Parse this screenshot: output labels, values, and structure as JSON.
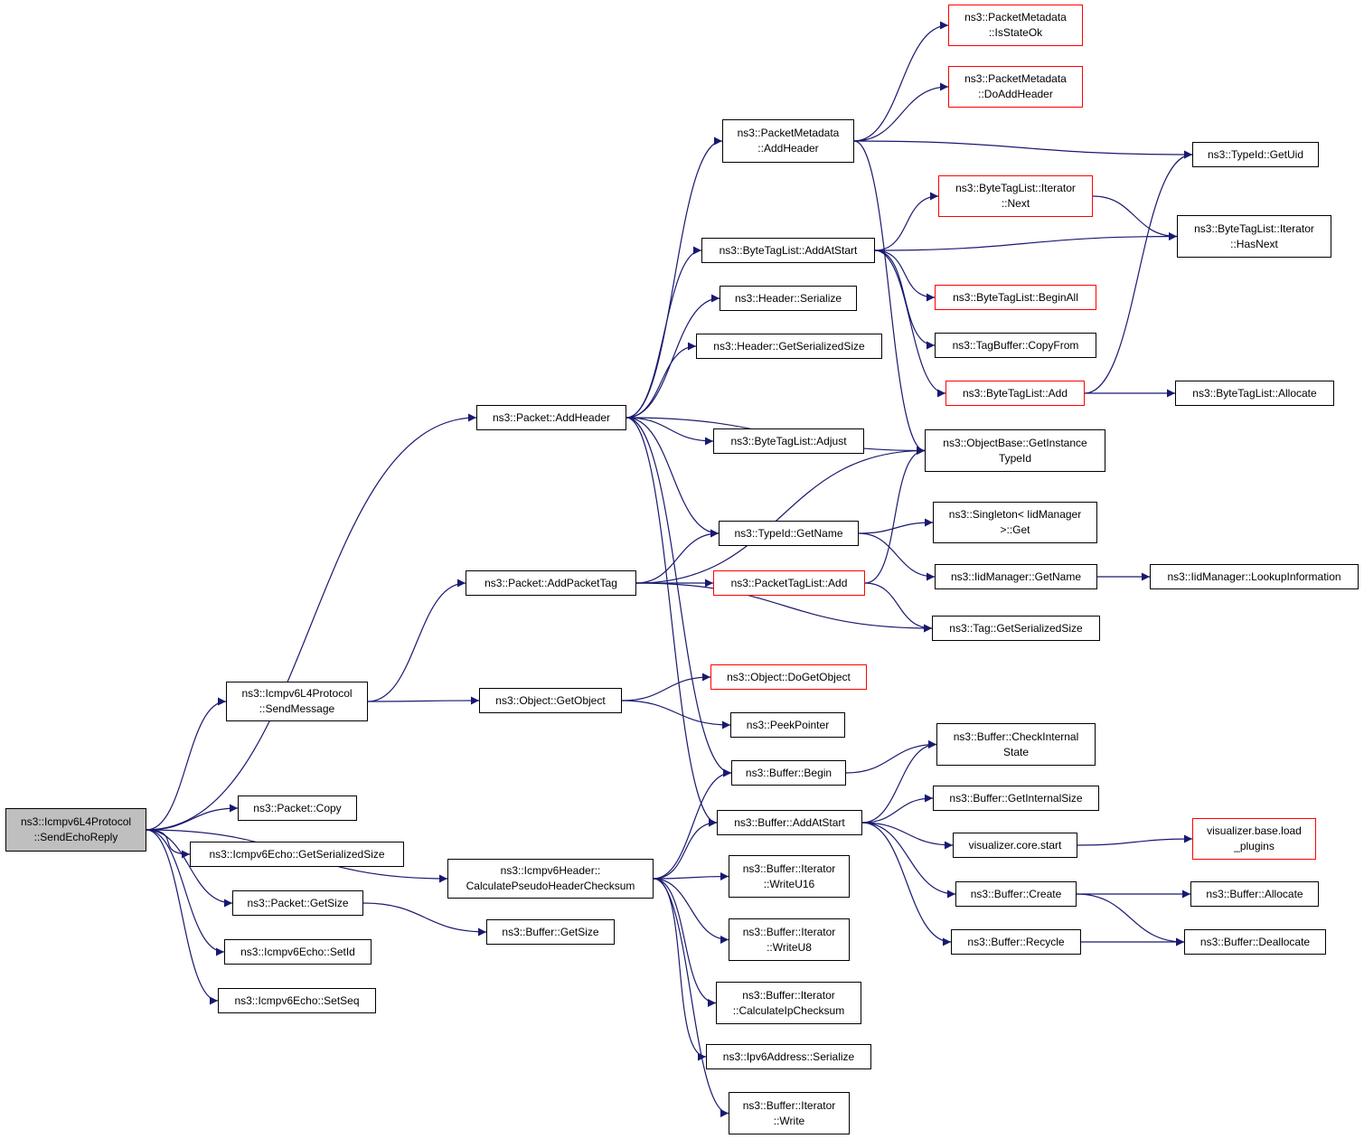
{
  "diagram": {
    "colors": {
      "edge": "#191970",
      "node_border": "#000000",
      "truncated_border": "#ff0000",
      "root_fill": "#bfbfbf"
    },
    "nodes": [
      {
        "id": "root",
        "label": "ns3::Icmpv6L4Protocol\n::SendEchoReply",
        "style": "root"
      },
      {
        "id": "sendmsg",
        "label": "ns3::Icmpv6L4Protocol\n::SendMessage"
      },
      {
        "id": "pcopy",
        "label": "ns3::Packet::Copy"
      },
      {
        "id": "echosersz",
        "label": "ns3::Icmpv6Echo::GetSerializedSize"
      },
      {
        "id": "pgetsize",
        "label": "ns3::Packet::GetSize"
      },
      {
        "id": "setid",
        "label": "ns3::Icmpv6Echo::SetId"
      },
      {
        "id": "setseq",
        "label": "ns3::Icmpv6Echo::SetSeq"
      },
      {
        "id": "paddhdr",
        "label": "ns3::Packet::AddHeader"
      },
      {
        "id": "paddtag",
        "label": "ns3::Packet::AddPacketTag"
      },
      {
        "id": "calcpseudo",
        "label": "ns3::Icmpv6Header::\nCalculatePseudoHeaderChecksum"
      },
      {
        "id": "objget",
        "label": "ns3::Object::GetObject"
      },
      {
        "id": "bgetsize",
        "label": "ns3::Buffer::GetSize"
      },
      {
        "id": "pmaddhdr",
        "label": "ns3::PacketMetadata\n::AddHeader"
      },
      {
        "id": "btladdatstart",
        "label": "ns3::ByteTagList::AddAtStart"
      },
      {
        "id": "hdrser",
        "label": "ns3::Header::Serialize"
      },
      {
        "id": "hdrgetsz",
        "label": "ns3::Header::GetSerializedSize"
      },
      {
        "id": "btladjust",
        "label": "ns3::ByteTagList::Adjust"
      },
      {
        "id": "tidgetname",
        "label": "ns3::TypeId::GetName"
      },
      {
        "id": "ptladd",
        "label": "ns3::PacketTagList::Add",
        "style": "red"
      },
      {
        "id": "objdoget",
        "label": "ns3::Object::DoGetObject",
        "style": "red"
      },
      {
        "id": "peekptr",
        "label": "ns3::PeekPointer"
      },
      {
        "id": "bbegin",
        "label": "ns3::Buffer::Begin"
      },
      {
        "id": "baddatstart",
        "label": "ns3::Buffer::AddAtStart"
      },
      {
        "id": "wu16",
        "label": "ns3::Buffer::Iterator\n::WriteU16"
      },
      {
        "id": "wu8",
        "label": "ns3::Buffer::Iterator\n::WriteU8"
      },
      {
        "id": "calcip",
        "label": "ns3::Buffer::Iterator\n::CalculateIpChecksum"
      },
      {
        "id": "ipv6ser",
        "label": "ns3::Ipv6Address::Serialize"
      },
      {
        "id": "bwrite",
        "label": "ns3::Buffer::Iterator\n::Write"
      },
      {
        "id": "pmisok",
        "label": "ns3::PacketMetadata\n::IsStateOk",
        "style": "red"
      },
      {
        "id": "pmdoadd",
        "label": "ns3::PacketMetadata\n::DoAddHeader",
        "style": "red"
      },
      {
        "id": "btlitnext",
        "label": "ns3::ByteTagList::Iterator\n::Next",
        "style": "red"
      },
      {
        "id": "btlbeginall",
        "label": "ns3::ByteTagList::BeginAll",
        "style": "red"
      },
      {
        "id": "tbcopyfrom",
        "label": "ns3::TagBuffer::CopyFrom"
      },
      {
        "id": "btladd",
        "label": "ns3::ByteTagList::Add",
        "style": "red"
      },
      {
        "id": "obgetinst",
        "label": "ns3::ObjectBase::GetInstance\nTypeId"
      },
      {
        "id": "singleton",
        "label": "ns3::Singleton< IidManager\n>::Get"
      },
      {
        "id": "iidgetname",
        "label": "ns3::IidManager::GetName"
      },
      {
        "id": "taggetsz",
        "label": "ns3::Tag::GetSerializedSize"
      },
      {
        "id": "bcheckint",
        "label": "ns3::Buffer::CheckInternal\nState"
      },
      {
        "id": "bgetintsz",
        "label": "ns3::Buffer::GetInternalSize"
      },
      {
        "id": "viscore",
        "label": "visualizer.core.start"
      },
      {
        "id": "bcreate",
        "label": "ns3::Buffer::Create"
      },
      {
        "id": "brecycle",
        "label": "ns3::Buffer::Recycle"
      },
      {
        "id": "tidgetuid",
        "label": "ns3::TypeId::GetUid"
      },
      {
        "id": "btlithasnext",
        "label": "ns3::ByteTagList::Iterator\n::HasNext"
      },
      {
        "id": "btlalloc",
        "label": "ns3::ByteTagList::Allocate"
      },
      {
        "id": "iidlookup",
        "label": "ns3::IidManager::LookupInformation"
      },
      {
        "id": "visload",
        "label": "visualizer.base.load\n_plugins",
        "style": "red"
      },
      {
        "id": "balloc",
        "label": "ns3::Buffer::Allocate"
      },
      {
        "id": "bdealloc",
        "label": "ns3::Buffer::Deallocate"
      }
    ],
    "edges": [
      [
        "root",
        "paddhdr"
      ],
      [
        "root",
        "sendmsg"
      ],
      [
        "root",
        "calcpseudo"
      ],
      [
        "root",
        "pcopy"
      ],
      [
        "root",
        "echosersz"
      ],
      [
        "root",
        "pgetsize"
      ],
      [
        "root",
        "setid"
      ],
      [
        "root",
        "setseq"
      ],
      [
        "sendmsg",
        "paddtag"
      ],
      [
        "sendmsg",
        "objget"
      ],
      [
        "pgetsize",
        "bgetsize"
      ],
      [
        "paddhdr",
        "pmaddhdr"
      ],
      [
        "paddhdr",
        "btladdatstart"
      ],
      [
        "paddhdr",
        "hdrser"
      ],
      [
        "paddhdr",
        "hdrgetsz"
      ],
      [
        "paddhdr",
        "obgetinst"
      ],
      [
        "paddhdr",
        "btladjust"
      ],
      [
        "paddhdr",
        "tidgetname"
      ],
      [
        "paddhdr",
        "bbegin"
      ],
      [
        "paddhdr",
        "baddatstart"
      ],
      [
        "paddtag",
        "obgetinst"
      ],
      [
        "paddtag",
        "tidgetname"
      ],
      [
        "paddtag",
        "ptladd"
      ],
      [
        "paddtag",
        "taggetsz"
      ],
      [
        "calcpseudo",
        "bbegin"
      ],
      [
        "calcpseudo",
        "baddatstart"
      ],
      [
        "calcpseudo",
        "wu16"
      ],
      [
        "calcpseudo",
        "wu8"
      ],
      [
        "calcpseudo",
        "calcip"
      ],
      [
        "calcpseudo",
        "ipv6ser"
      ],
      [
        "calcpseudo",
        "bwrite"
      ],
      [
        "objget",
        "objdoget"
      ],
      [
        "objget",
        "peekptr"
      ],
      [
        "pmaddhdr",
        "pmisok"
      ],
      [
        "pmaddhdr",
        "pmdoadd"
      ],
      [
        "pmaddhdr",
        "tidgetuid"
      ],
      [
        "pmaddhdr",
        "obgetinst"
      ],
      [
        "btladdatstart",
        "btlitnext"
      ],
      [
        "btladdatstart",
        "btlithasnext"
      ],
      [
        "btladdatstart",
        "btlbeginall"
      ],
      [
        "btladdatstart",
        "tbcopyfrom"
      ],
      [
        "btladdatstart",
        "btladd"
      ],
      [
        "tidgetname",
        "singleton"
      ],
      [
        "tidgetname",
        "iidgetname"
      ],
      [
        "ptladd",
        "obgetinst"
      ],
      [
        "ptladd",
        "taggetsz"
      ],
      [
        "bbegin",
        "bcheckint"
      ],
      [
        "baddatstart",
        "bcheckint"
      ],
      [
        "baddatstart",
        "bgetintsz"
      ],
      [
        "baddatstart",
        "viscore"
      ],
      [
        "baddatstart",
        "bcreate"
      ],
      [
        "baddatstart",
        "brecycle"
      ],
      [
        "btlitnext",
        "btlithasnext"
      ],
      [
        "btladd",
        "tidgetuid"
      ],
      [
        "btladd",
        "btlalloc"
      ],
      [
        "iidgetname",
        "iidlookup"
      ],
      [
        "viscore",
        "visload"
      ],
      [
        "bcreate",
        "balloc"
      ],
      [
        "bcreate",
        "bdealloc"
      ],
      [
        "brecycle",
        "bdealloc"
      ]
    ]
  }
}
